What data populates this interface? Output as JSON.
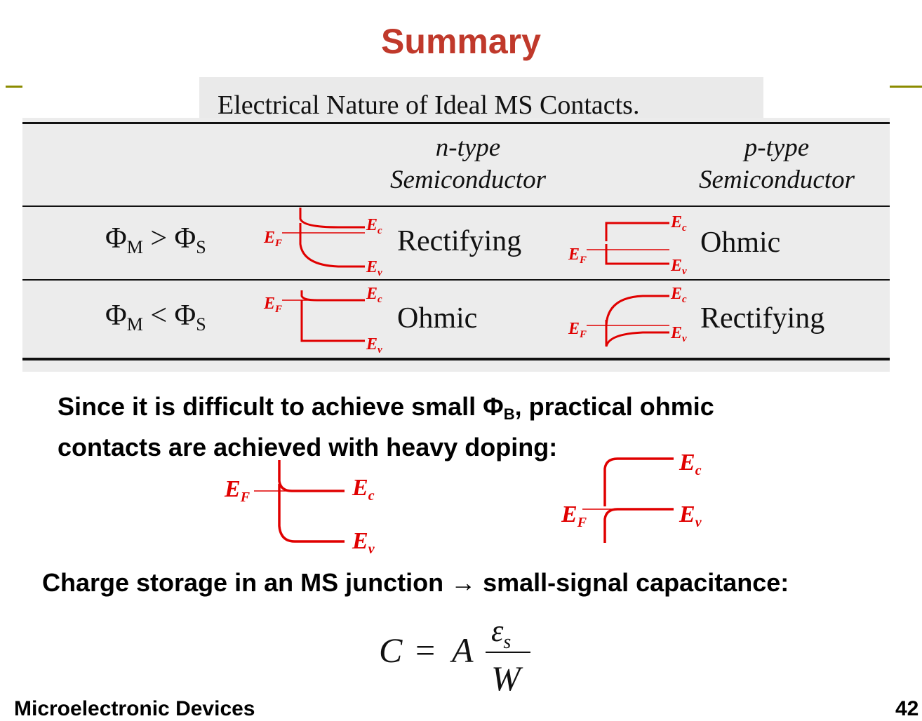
{
  "slide": {
    "title": "Summary",
    "body_line1_pre": "Since it is difficult to achieve small Φ",
    "body_line1_sub": "B",
    "body_line1_post": ", practical ohmic",
    "body_line2": "contacts are achieved with heavy doping:",
    "storage_text": "Charge storage in an MS junction → small-signal capacitance:",
    "footer_text": "Microelectronic Devices",
    "page_number": "42"
  },
  "table": {
    "caption": "Electrical Nature of Ideal MS Contacts.",
    "n_type_line1": "n-type",
    "n_type_line2": "Semiconductor",
    "p_type_line1": "p-type",
    "p_type_line2": "Semiconductor",
    "row1": {
      "phi_m": "Φ",
      "sub_m": "M",
      "op": " > ",
      "phi_s": "Φ",
      "sub_s": "S",
      "n_result": "Rectifying",
      "p_result": "Ohmic"
    },
    "row2": {
      "phi_m": "Φ",
      "sub_m": "M",
      "op": " < ",
      "phi_s": "Φ",
      "sub_s": "S",
      "n_result": "Ohmic",
      "p_result": "Rectifying"
    }
  },
  "labels": {
    "E": "E",
    "F": "F",
    "c": "c",
    "v": "v"
  },
  "formula": {
    "lhs": "C",
    "eq": "=",
    "A": "A",
    "num": "ε",
    "num_sub": "s",
    "den": "W"
  },
  "colors": {
    "title": "#c0392b",
    "band": "#e00000",
    "rule": "#8b8b00"
  }
}
